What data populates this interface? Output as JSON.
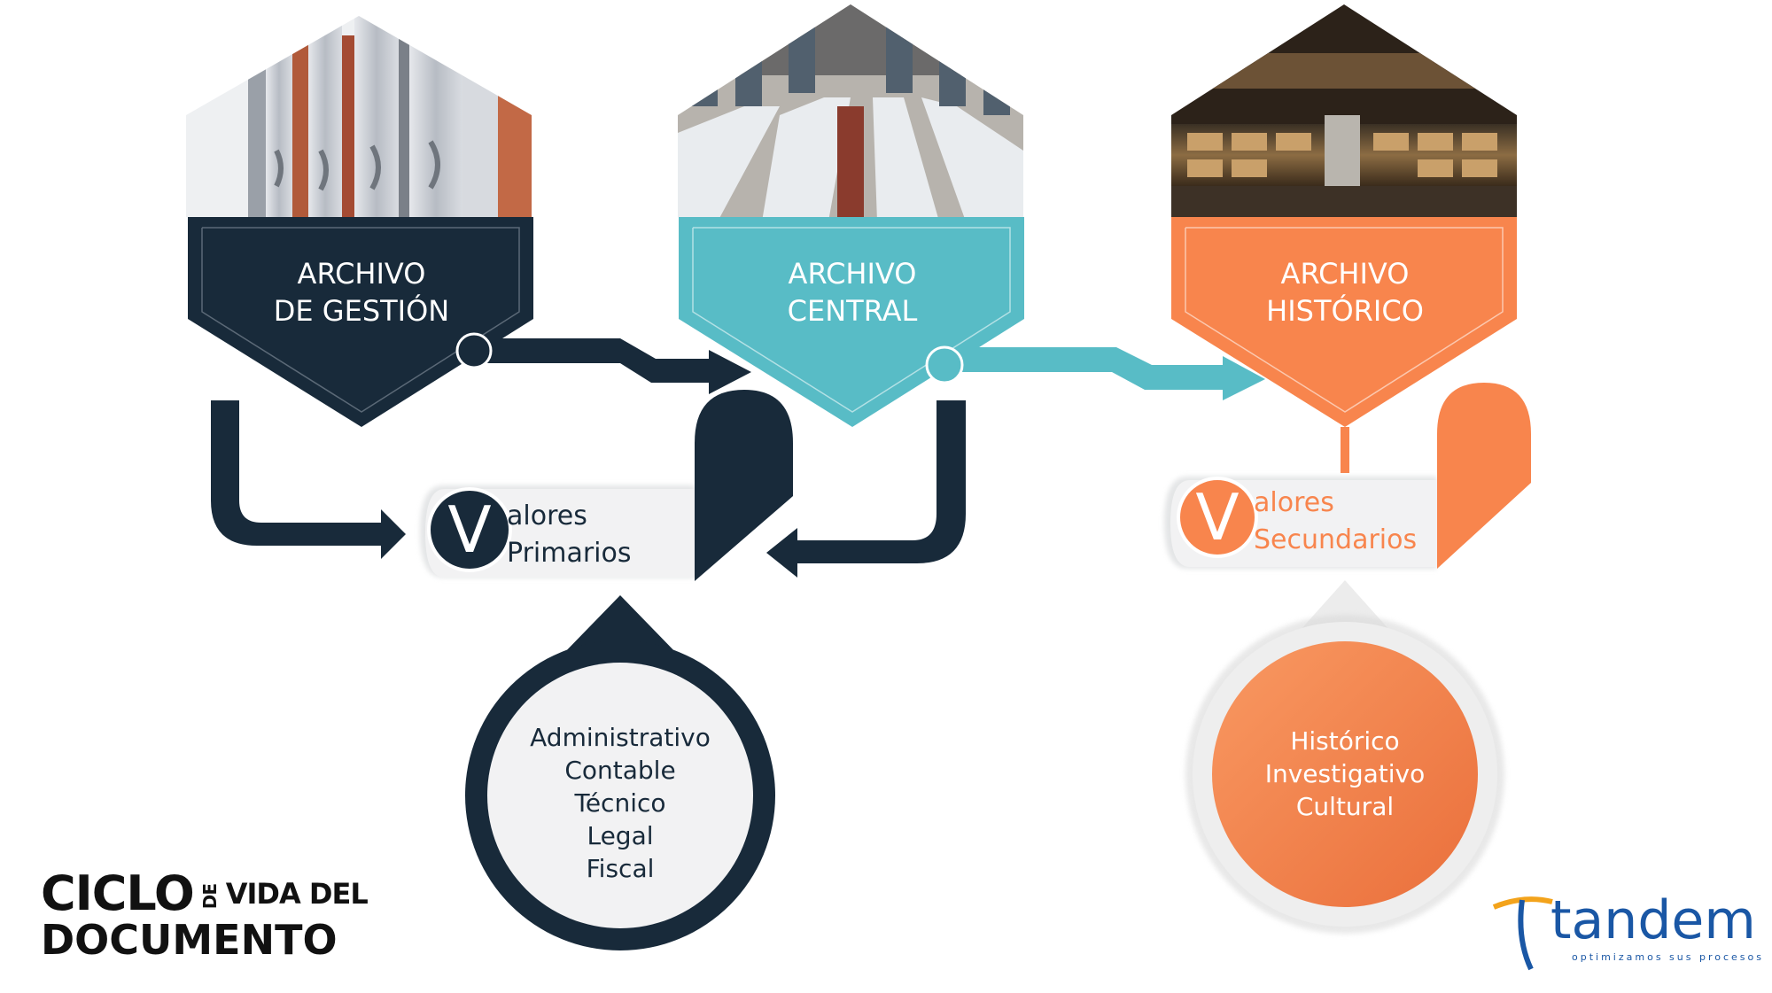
{
  "archivos": [
    {
      "title_line1": "ARCHIVO",
      "title_line2": "DE GESTIÓN",
      "color": "#182a3a"
    },
    {
      "title_line1": "ARCHIVO",
      "title_line2": "CENTRAL",
      "color": "#58bcc6"
    },
    {
      "title_line1": "ARCHIVO",
      "title_line2": "HISTÓRICO",
      "color": "#f8854d"
    }
  ],
  "valores_primarios": {
    "letter": "V",
    "line1": "alores",
    "line2": "Primarios",
    "items": [
      "Administrativo",
      "Contable",
      "Técnico",
      "Legal",
      "Fiscal"
    ],
    "color": "#182a3a"
  },
  "valores_secundarios": {
    "letter": "V",
    "line1": "alores",
    "line2": "Secundarios",
    "items": [
      "Histórico",
      "Investigativo",
      "Cultural"
    ],
    "color": "#f8854d"
  },
  "title": {
    "word1": "CICLO",
    "de": "DE",
    "word2": "VIDA DEL",
    "word3": "DOCUMENTO"
  },
  "logo": {
    "name": "tandem",
    "tagline": "optimizamos sus procesos"
  }
}
